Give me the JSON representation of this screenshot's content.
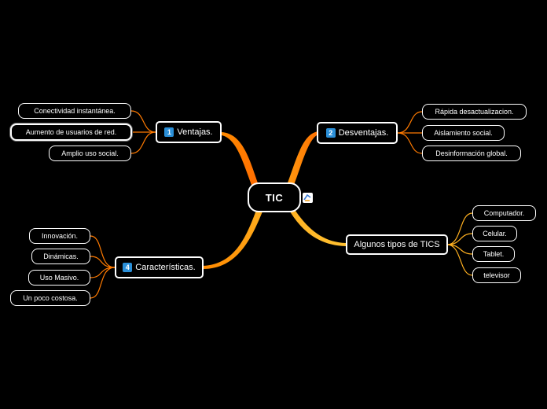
{
  "central": {
    "label": "TIC"
  },
  "branches": [
    {
      "number": "1",
      "label": "Ventajas.",
      "leaves": [
        "Conectividad instantánea.",
        "Aumento de usuarios de red.",
        "Amplio uso social."
      ]
    },
    {
      "number": "2",
      "label": "Desventajas.",
      "leaves": [
        "Rápida desactualizacion.",
        "Aislamiento social.",
        "Desinformación global."
      ]
    },
    {
      "number": "4",
      "label": "Características.",
      "leaves": [
        "Innovación.",
        "Dinámicas.",
        "Uso Masivo.",
        "Un poco costosa."
      ]
    },
    {
      "number": "",
      "label": "Algunos tipos de TICS",
      "leaves": [
        "Computador.",
        "Celular.",
        "Tablet.",
        "televisor"
      ]
    }
  ],
  "icons": {
    "central_note": "note-icon"
  },
  "colors": {
    "background": "#000000",
    "connector_dark": "#ff7a00",
    "connector_light": "#ffc020"
  }
}
